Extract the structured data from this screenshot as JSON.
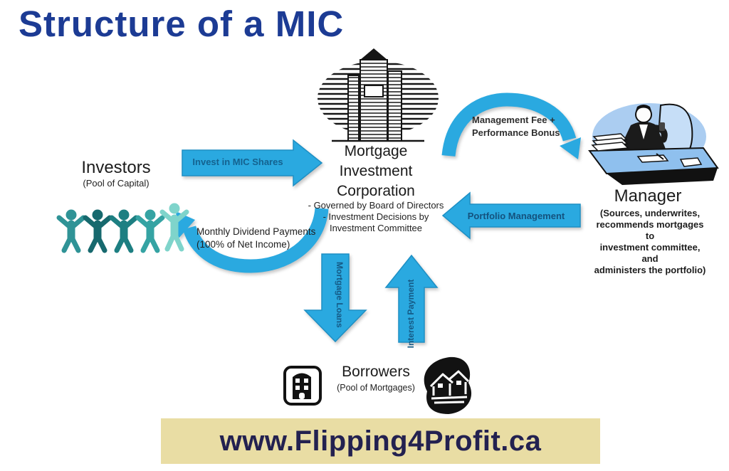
{
  "title": "Structure of a MIC",
  "nodes": {
    "investors": {
      "label": "Investors",
      "sublabel": "(Pool of Capital)"
    },
    "corporation": {
      "name": "Mortgage\nInvestment\nCorporation",
      "details": "- Governed by Board of Directors\n- Investment Decisions by\nInvestment Committee"
    },
    "manager": {
      "label": "Manager",
      "description": "(Sources, underwrites,\nrecommends mortgages to\ninvestment committee, and\nadministers the portfolio)"
    },
    "borrowers": {
      "label": "Borrowers",
      "sublabel": "(Pool of Mortgages)"
    }
  },
  "flows": {
    "invest": {
      "label": "Invest in MIC Shares",
      "from": "investors",
      "to": "corporation"
    },
    "dividends": {
      "label": "Monthly Dividend Payments\n(100% of Net Income)",
      "from": "corporation",
      "to": "investors"
    },
    "management_fee": {
      "label": "Management Fee +\nPerformance Bonus",
      "from": "corporation",
      "to": "manager"
    },
    "portfolio": {
      "label": "Portfolio Management",
      "from": "manager",
      "to": "corporation"
    },
    "mortgage_loans": {
      "label": "Mortgage Loans",
      "from": "corporation",
      "to": "borrowers"
    },
    "interest": {
      "label": "Interest Payment",
      "from": "borrowers",
      "to": "corporation"
    }
  },
  "footer": {
    "url": "www.Flipping4Profit.ca"
  },
  "icons": {
    "corporation": "skyscraper-illustration",
    "investors": "paper-doll-people-chain",
    "manager": "man-at-desk-illustration",
    "borrowers_left": "apartment-building-icon",
    "borrowers_right": "houses-neighborhood-icon"
  },
  "colors": {
    "arrow_blue": "#2aa9e0",
    "arrow_text_blue": "#155a86",
    "title_navy": "#1c3b94",
    "banner_bg": "#e9dda4",
    "banner_text": "#232150",
    "teal_dark": "#17696e",
    "teal_light": "#7fd4cb",
    "manager_bg_blue": "#abcdf1"
  }
}
